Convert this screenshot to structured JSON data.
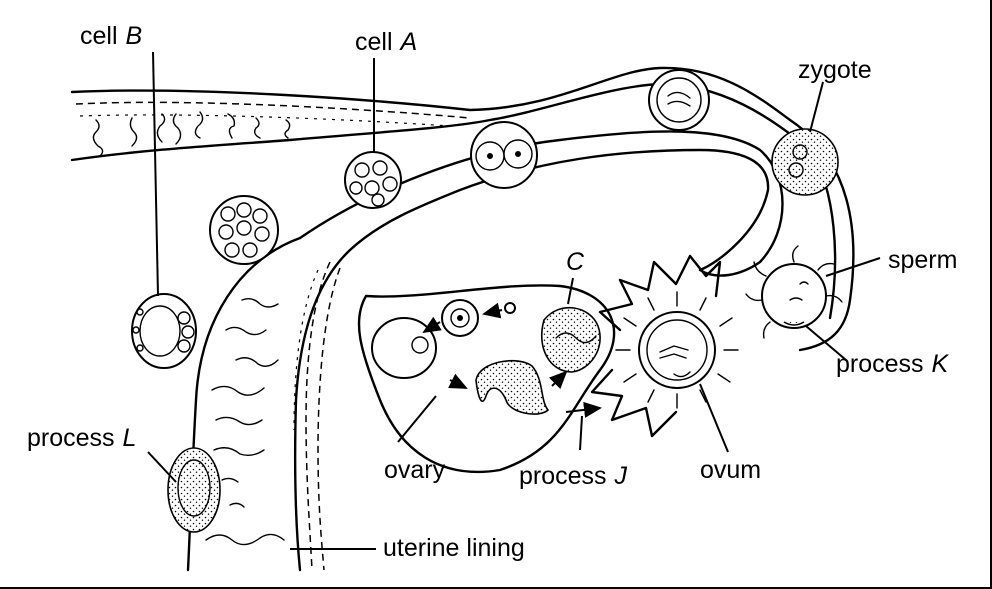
{
  "labels": {
    "cell_b_word": "cell",
    "cell_b_letter": "B",
    "cell_a_word": "cell",
    "cell_a_letter": "A",
    "zygote": "zygote",
    "sperm": "sperm",
    "c_letter": "C",
    "process_k_word": "process",
    "process_k_letter": "K",
    "process_l_word": "process",
    "process_l_letter": "L",
    "ovary": "ovary",
    "process_j_word": "process",
    "process_j_letter": "J",
    "ovum": "ovum",
    "uterine_lining": "uterine lining"
  },
  "colors": {
    "ink": "#000000",
    "background": "#ffffff"
  }
}
